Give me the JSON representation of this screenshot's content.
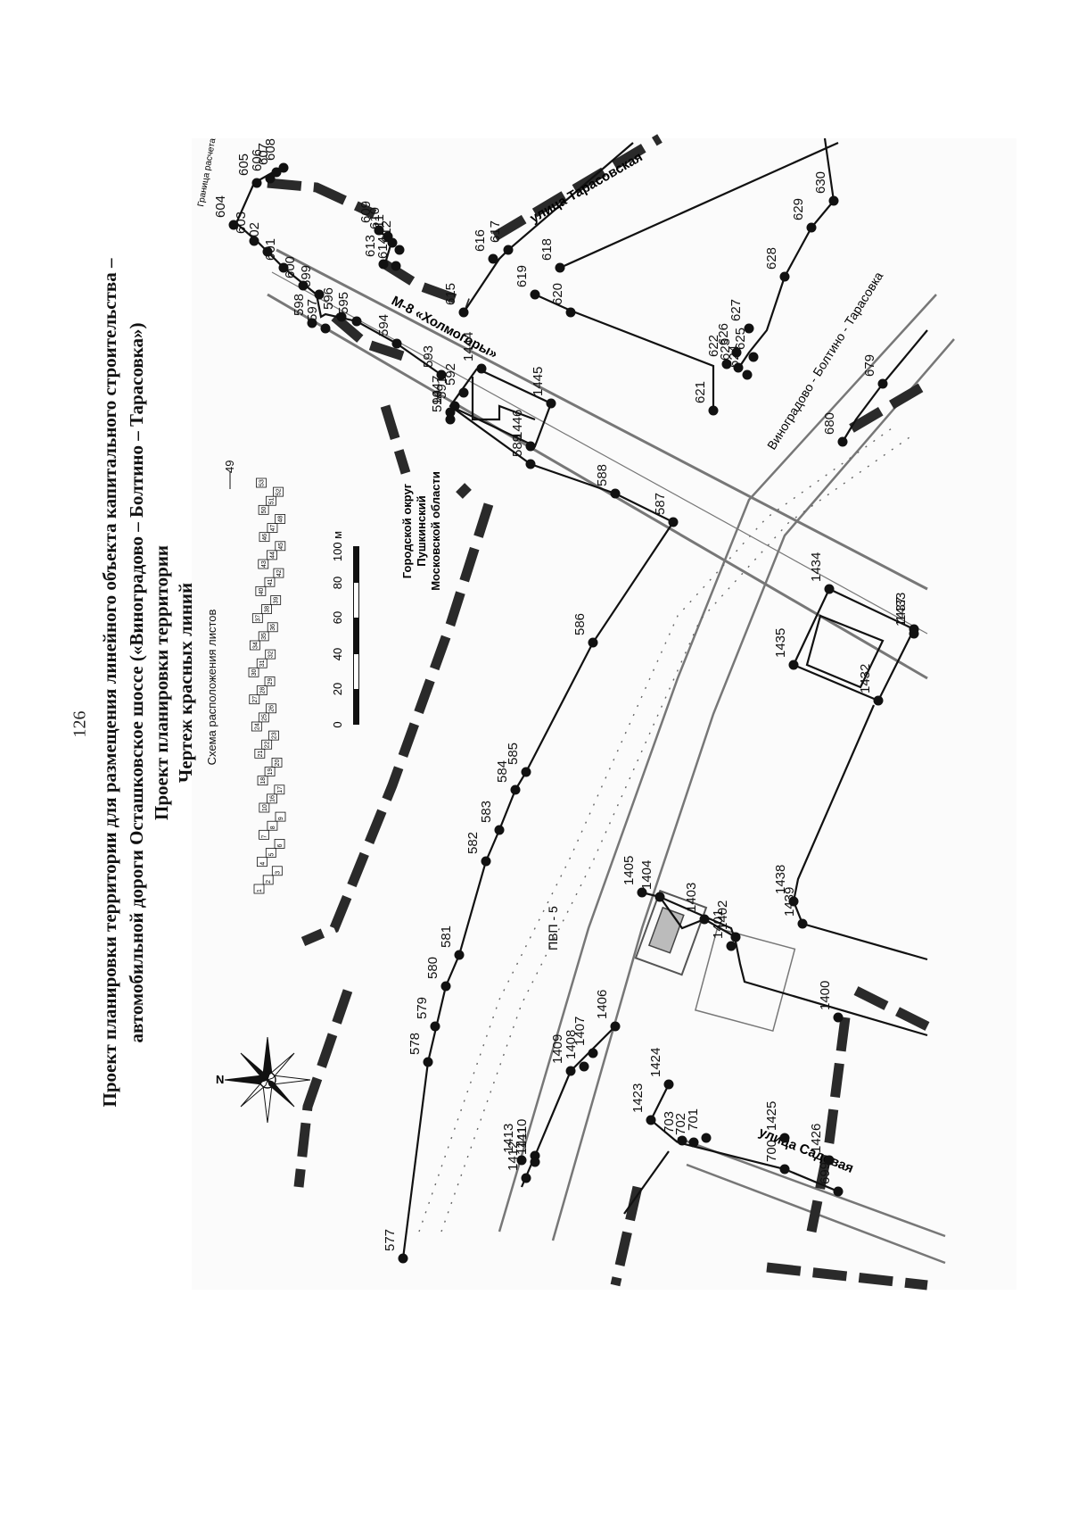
{
  "page_number": "126",
  "titles": {
    "line1": "Проект планировки территории для размещения линейного объекта капитального строительства –",
    "line2": "автомобильной дороги Осташковское шоссе («Виноградово – Болтино – Тарасовка»)",
    "line3": "Проект планировки территории",
    "line4": "Чертеж красных линий"
  },
  "labels": {
    "scheme_title": "Схема расположения листов",
    "scheme_ref": "49",
    "district_1": "Городской округ",
    "district_2": "Пушкинский",
    "district_3": "Московской области",
    "pvp": "ПВП - 5",
    "street_tarasovskaya": "улица Тарасовская",
    "highway": "М-8 «Холмогоры»",
    "road_vbt": "Виноградово - Болтино - Тарасовка",
    "street_sadovaya": "улица Садовая",
    "calc_border": "Граница расчета",
    "north": "N"
  },
  "scale": {
    "ticks": [
      "0",
      "20",
      "40",
      "60",
      "80",
      "100 м"
    ]
  },
  "sheet_cells": [
    "1",
    "2",
    "3",
    "4",
    "5",
    "6",
    "7",
    "8",
    "9",
    "10",
    "16",
    "17",
    "18",
    "19",
    "20",
    "21",
    "22",
    "23",
    "24",
    "25",
    "26",
    "27",
    "28",
    "29",
    "30",
    "31",
    "32",
    "34",
    "35",
    "36",
    "37",
    "38",
    "39",
    "40",
    "41",
    "42",
    "43",
    "44",
    "45",
    "46",
    "47",
    "48",
    "50",
    "51",
    "52",
    "53"
  ],
  "points": [
    {
      "label": "577"
    },
    {
      "label": "578"
    },
    {
      "label": "579"
    },
    {
      "label": "580"
    },
    {
      "label": "581"
    },
    {
      "label": "582"
    },
    {
      "label": "583"
    },
    {
      "label": "584"
    },
    {
      "label": "585"
    },
    {
      "label": "586"
    },
    {
      "label": "587"
    },
    {
      "label": "588"
    },
    {
      "label": "589"
    },
    {
      "label": "590"
    },
    {
      "label": "591"
    },
    {
      "label": "592"
    },
    {
      "label": "593"
    },
    {
      "label": "594"
    },
    {
      "label": "595"
    },
    {
      "label": "596"
    },
    {
      "label": "597"
    },
    {
      "label": "598"
    },
    {
      "label": "599"
    },
    {
      "label": "600"
    },
    {
      "label": "601"
    },
    {
      "label": "602"
    },
    {
      "label": "603"
    },
    {
      "label": "604"
    },
    {
      "label": "605"
    },
    {
      "label": "606"
    },
    {
      "label": "607"
    },
    {
      "label": "608"
    },
    {
      "label": "609"
    },
    {
      "label": "610"
    },
    {
      "label": "611"
    },
    {
      "label": "612"
    },
    {
      "label": "613"
    },
    {
      "label": "614"
    },
    {
      "label": "615"
    },
    {
      "label": "616"
    },
    {
      "label": "617"
    },
    {
      "label": "618"
    },
    {
      "label": "619"
    },
    {
      "label": "620"
    },
    {
      "label": "621"
    },
    {
      "label": "622"
    },
    {
      "label": "623"
    },
    {
      "label": "624"
    },
    {
      "label": "625"
    },
    {
      "label": "626"
    },
    {
      "label": "627"
    },
    {
      "label": "628"
    },
    {
      "label": "629"
    },
    {
      "label": "630"
    },
    {
      "label": "679"
    },
    {
      "label": "680"
    },
    {
      "label": "699"
    },
    {
      "label": "700"
    },
    {
      "label": "701"
    },
    {
      "label": "702"
    },
    {
      "label": "703"
    },
    {
      "label": "1401"
    },
    {
      "label": "1402"
    },
    {
      "label": "1403"
    },
    {
      "label": "1404"
    },
    {
      "label": "1405"
    },
    {
      "label": "1406"
    },
    {
      "label": "1407"
    },
    {
      "label": "1408"
    },
    {
      "label": "1409"
    },
    {
      "label": "1410"
    },
    {
      "label": "1411"
    },
    {
      "label": "1412"
    },
    {
      "label": "1413"
    },
    {
      "label": "1423"
    },
    {
      "label": "1424"
    },
    {
      "label": "1425"
    },
    {
      "label": "1426"
    },
    {
      "label": "1432"
    },
    {
      "label": "1433"
    },
    {
      "label": "1434"
    },
    {
      "label": "1435"
    },
    {
      "label": "1437"
    },
    {
      "label": "1438"
    },
    {
      "label": "1439"
    },
    {
      "label": "1444"
    },
    {
      "label": "1445"
    },
    {
      "label": "1446"
    },
    {
      "label": "1447"
    },
    {
      "label": "1400"
    }
  ]
}
